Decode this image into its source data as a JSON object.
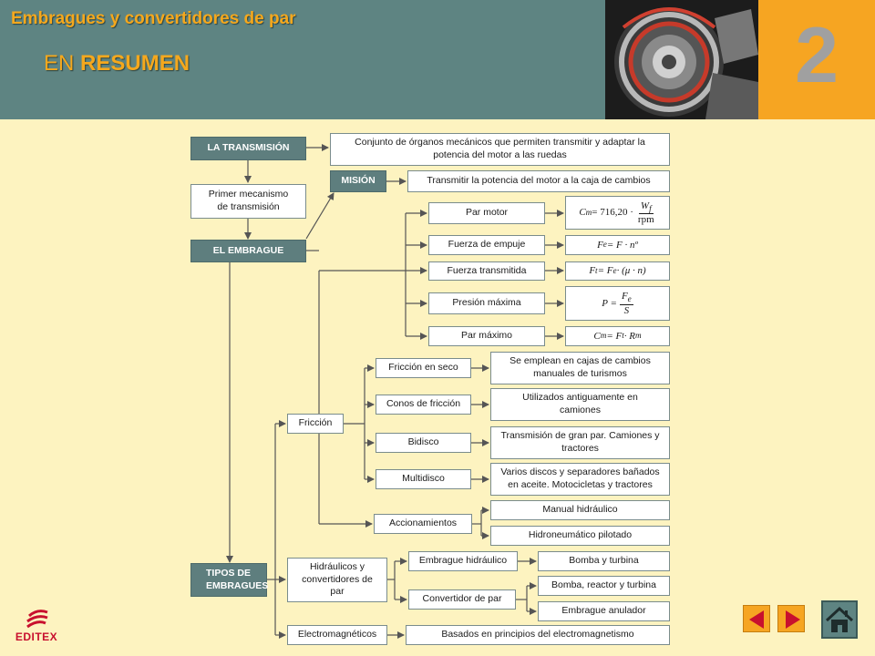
{
  "header": {
    "title": "Embragues y convertidores de par",
    "subtitle_prefix": "EN ",
    "subtitle_bold": "RESUMEN",
    "chapter": "2"
  },
  "nodes": {
    "transmision": "LA TRANSMISIÓN",
    "transmision_def": "Conjunto de órganos mecánicos que permiten transmitir y adaptar la potencia del motor a las ruedas",
    "mision": "MISIÓN",
    "mision_def": "Transmitir la potencia del motor a la caja de cambios",
    "primer": "Primer mecanismo de transmisión",
    "embrague": "EL EMBRAGUE",
    "par_motor": "Par motor",
    "fuerza_empuje": "Fuerza de empuje",
    "fuerza_transmitida": "Fuerza transmitida",
    "presion_maxima": "Presión máxima",
    "par_maximo": "Par máximo",
    "friccion_seco": "Fricción en seco",
    "friccion_seco_def": "Se emplean en cajas de cambios manuales de turismos",
    "conos": "Conos de fricción",
    "conos_def": "Utilizados antiguamente en camiones",
    "bidisco": "Bidisco",
    "bidisco_def": "Transmisión de gran par. Camiones y tractores",
    "multidisco": "Multidisco",
    "multidisco_def": "Varios discos y separadores bañados en aceite. Motocicletas y tractores",
    "friccion": "Fricción",
    "accionamientos": "Accionamientos",
    "manual_hidraulico": "Manual hidráulico",
    "hidroneumatico": "Hidroneumático pilotado",
    "tipos": "TIPOS DE EMBRAGUES",
    "hidraulicos": "Hidráulicos y convertidores de par",
    "embrague_hidraulico": "Embrague hidráulico",
    "bomba_turbina": "Bomba y turbina",
    "convertidor": "Convertidor de par",
    "bomba_reactor": "Bomba, reactor y turbina",
    "embrague_anulador": "Embrague anulador",
    "electromagneticos": "Electromagnéticos",
    "electromagneticos_def": "Basados en principios del electromagnetismo"
  },
  "formulas": {
    "par_motor": {
      "lhs": "C",
      "lhs_sub": "m",
      "mid": " = 716,20 ·",
      "num": "W",
      "num_sub": "f",
      "den": "rpm"
    },
    "fuerza_empuje": {
      "text": "F",
      "sub": "e",
      "rest": " = F · nº"
    },
    "fuerza_transmitida": {
      "text": "F",
      "sub": "t",
      "mid": " = F",
      "sub2": "e",
      "rest": " · (μ · n)"
    },
    "presion_maxima": {
      "lhs": "P =",
      "num": "F",
      "num_sub": "e",
      "den": "S"
    },
    "par_maximo": {
      "text": "C",
      "sub": "m",
      "mid": " = F",
      "sub2": "t",
      "mid2": " · R",
      "sub3": "m"
    }
  },
  "logo": {
    "text": "EDITEX"
  },
  "colors": {
    "background": "#fdf3c0",
    "header": "#5e8482",
    "accent": "#f6a522",
    "dark_box": "#5e7e7e",
    "logo_red": "#c8102e"
  },
  "icons": {
    "prev": "triangle-left-icon",
    "next": "triangle-right-icon",
    "home": "home-icon"
  }
}
